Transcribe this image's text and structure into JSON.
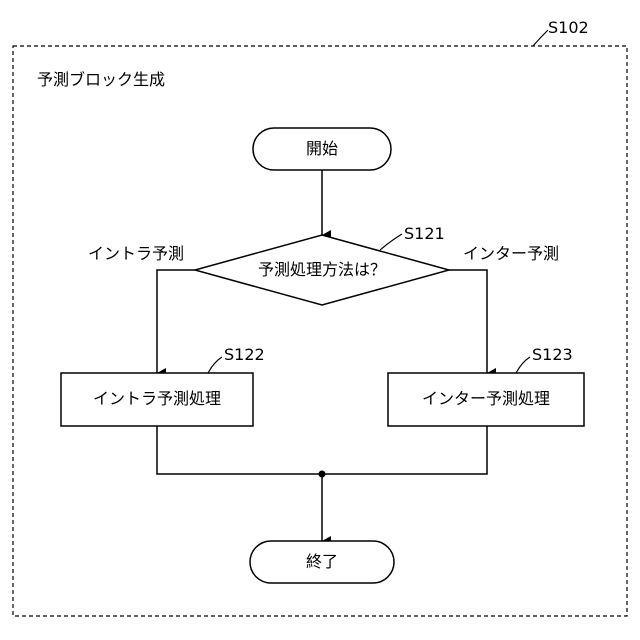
{
  "diagram": {
    "frame_ref": "S102",
    "frame_title": "予測ブロック生成",
    "start": "開始",
    "decision": {
      "label": "予測処理方法は？",
      "ref": "S121"
    },
    "branch_left": "イントラ予測",
    "branch_right": "インター予測",
    "intra_box": {
      "label": "イントラ予測処理",
      "ref": "S122"
    },
    "inter_box": {
      "label": "インター予測処理",
      "ref": "S123"
    },
    "end": "終了"
  }
}
